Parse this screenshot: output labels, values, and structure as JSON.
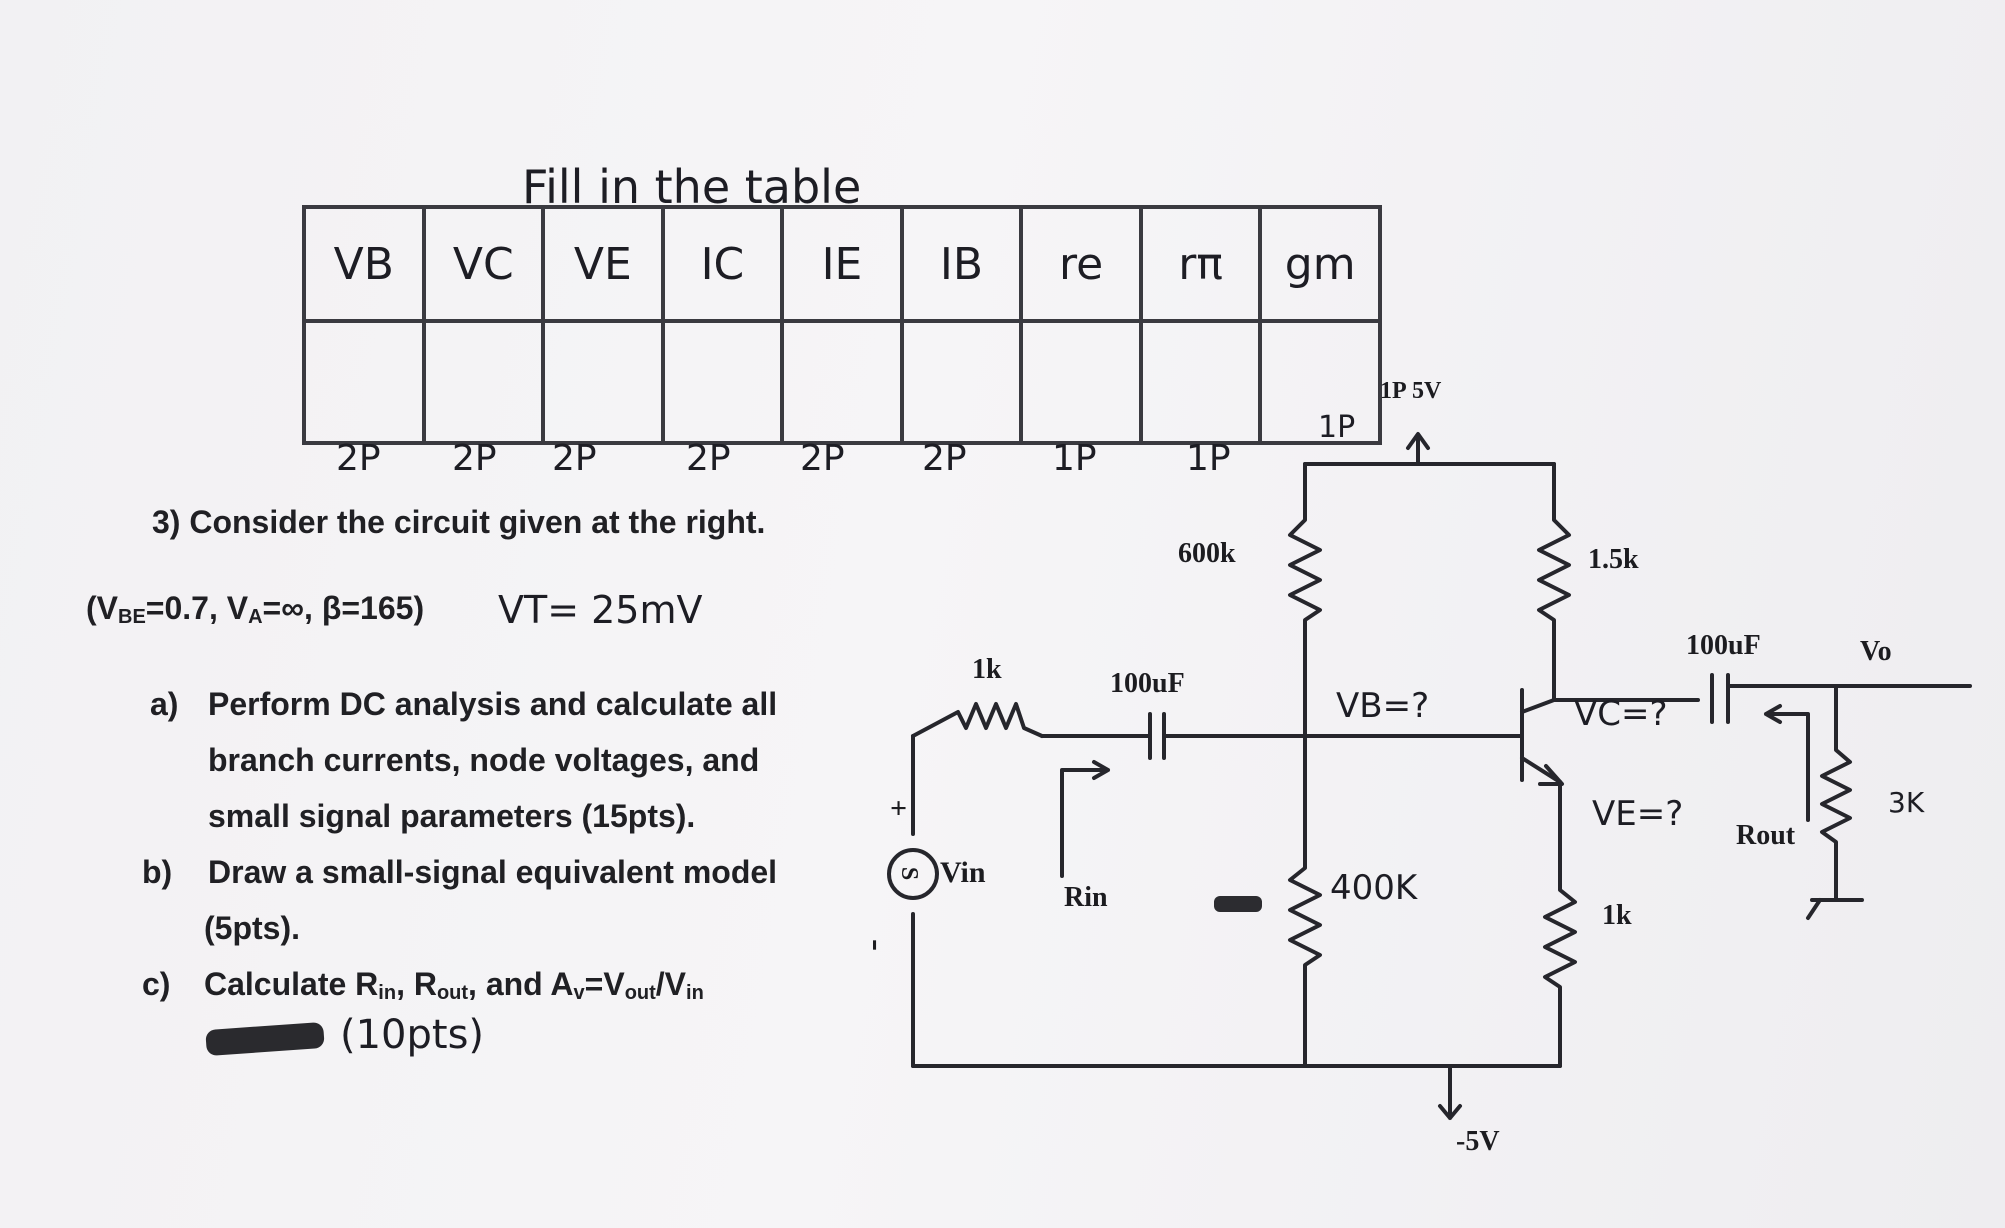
{
  "table": {
    "title": "Fill in the table",
    "headers": [
      "VB",
      "VC",
      "VE",
      "IC",
      "IE",
      "IB",
      "re",
      "rπ",
      "gm"
    ],
    "points": [
      "2P",
      "2P",
      "2P",
      "2P",
      "2P",
      "2P",
      "1P",
      "1P",
      "1P"
    ]
  },
  "question": {
    "heading": "3) Consider the circuit given at the right.",
    "params": "(V",
    "params_sub1": "BE",
    "params_mid1": "=0.7, V",
    "params_sub2": "A",
    "params_mid2": "=∞, β=165)",
    "vt_note": "VT= 25mV",
    "a_label": "a)",
    "a_line1": "Perform DC analysis and calculate all",
    "a_line2": "branch currents, node voltages, and",
    "a_line3": "small signal parameters (15pts).",
    "b_label": "b)",
    "b_line1": "Draw a small-signal equivalent model",
    "b_line2": "(5pts).",
    "c_label": "c)",
    "c_text_pre": "Calculate R",
    "c_sub_in": "in",
    "c_mid1": ", R",
    "c_sub_out": "out",
    "c_mid2": ", and A",
    "c_sub_v": "v",
    "c_mid3": "=V",
    "c_sub_out2": "out",
    "c_mid4": "/V",
    "c_sub_in2": "in",
    "c_points_new": "(10pts)"
  },
  "circuit": {
    "vcc": "5V",
    "vcc_points": "1P",
    "gm_points": "1P",
    "vee": "-5V",
    "r_source": "1k",
    "c_in": "100uF",
    "r_b1": "600k",
    "r_b2": "400K",
    "r_c": "1.5k",
    "r_e": "1k",
    "c_out": "100uF",
    "r_load": "3K",
    "source": "Vin",
    "source_symbol": "S",
    "plus": "+",
    "minus": "-",
    "rin_label": "Rin",
    "rout_label": "Rout",
    "vo_label": "Vo",
    "vb_q": "VB=?",
    "vc_q": "VC=?",
    "ve_q": "VE=?"
  }
}
